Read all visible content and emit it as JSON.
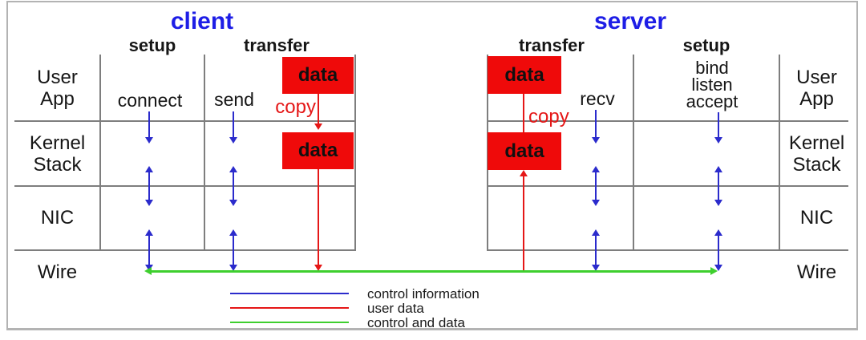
{
  "client": {
    "title": "client",
    "setup_header": "setup",
    "transfer_header": "transfer",
    "setup_op": "connect",
    "transfer_op": "send",
    "copy_label": "copy",
    "user_data_box": "data",
    "kernel_data_box": "data"
  },
  "server": {
    "title": "server",
    "transfer_header": "transfer",
    "setup_header": "setup",
    "transfer_op": "recv",
    "setup_op_line1": "bind",
    "setup_op_line2": "listen",
    "setup_op_line3": "accept",
    "copy_label": "copy",
    "user_data_box": "data",
    "kernel_data_box": "data"
  },
  "layers": {
    "left": {
      "user_app": "User App",
      "kernel_stack": "Kernel Stack",
      "nic": "NIC",
      "wire": "Wire"
    },
    "right": {
      "user_app": "User App",
      "kernel_stack": "Kernel Stack",
      "nic": "NIC",
      "wire": "Wire"
    }
  },
  "legend": {
    "control": "control information",
    "user_data": "user data",
    "control_and_data": "control and data"
  },
  "colors": {
    "control_blue": "#2b2bcc",
    "user_data_red": "#e51717",
    "control_and_data_green": "#3ecf2e",
    "title_blue": "#1e1ee6",
    "data_box_red": "#ef0a0a",
    "grid_gray": "#7e7e7e"
  }
}
